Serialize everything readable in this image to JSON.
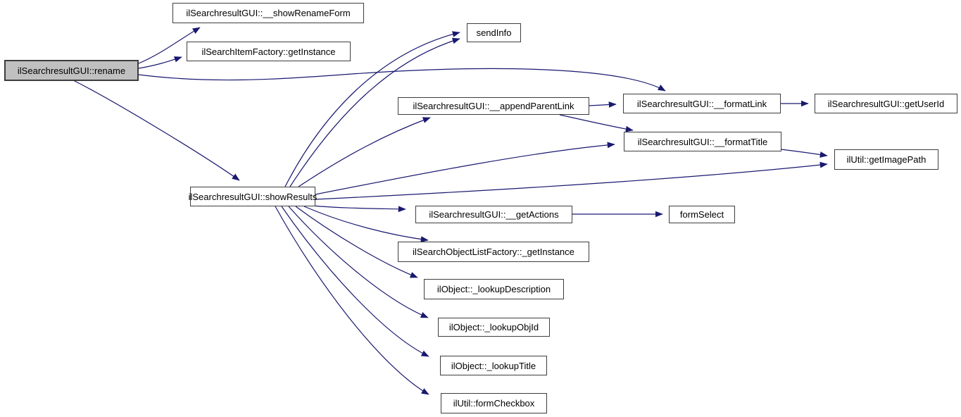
{
  "diagram": {
    "type": "function-call-graph",
    "colors": {
      "edge": "#191970",
      "node_border": "#3d3d3d",
      "node_fill": "#ffffff",
      "highlighted_node_fill": "#c0c0c0",
      "text": "#000000",
      "background": "#ffffff"
    },
    "nodes": {
      "rename": {
        "label": "ilSearchresultGUI::rename",
        "highlighted": true
      },
      "show_rename_form": {
        "label": "ilSearchresultGUI::__showRenameForm",
        "highlighted": false
      },
      "item_factory_get_instance": {
        "label": "ilSearchItemFactory::getInstance",
        "highlighted": false
      },
      "send_info": {
        "label": "sendInfo",
        "highlighted": false
      },
      "show_results": {
        "label": "ilSearchresultGUI::showResults",
        "highlighted": false
      },
      "append_parent_link": {
        "label": "ilSearchresultGUI::__appendParentLink",
        "highlighted": false
      },
      "format_link": {
        "label": "ilSearchresultGUI::__formatLink",
        "highlighted": false
      },
      "get_user_id": {
        "label": "ilSearchresultGUI::getUserId",
        "highlighted": false
      },
      "format_title": {
        "label": "ilSearchresultGUI::__formatTitle",
        "highlighted": false
      },
      "get_image_path": {
        "label": "ilUtil::getImagePath",
        "highlighted": false
      },
      "get_actions": {
        "label": "ilSearchresultGUI::__getActions",
        "highlighted": false
      },
      "form_select": {
        "label": "formSelect",
        "highlighted": false
      },
      "obj_list_factory_get_instance": {
        "label": "ilSearchObjectListFactory::_getInstance",
        "highlighted": false
      },
      "lookup_description": {
        "label": "ilObject::_lookupDescription",
        "highlighted": false
      },
      "lookup_obj_id": {
        "label": "ilObject::_lookupObjId",
        "highlighted": false
      },
      "lookup_title": {
        "label": "ilObject::_lookupTitle",
        "highlighted": false
      },
      "form_checkbox": {
        "label": "ilUtil::formCheckbox",
        "highlighted": false
      }
    },
    "edges": [
      {
        "from": "rename",
        "to": "show_rename_form"
      },
      {
        "from": "rename",
        "to": "item_factory_get_instance"
      },
      {
        "from": "rename",
        "to": "format_link"
      },
      {
        "from": "rename",
        "to": "show_results"
      },
      {
        "from": "show_results",
        "to": "send_info"
      },
      {
        "from": "show_results",
        "to": "send_info"
      },
      {
        "from": "show_results",
        "to": "append_parent_link"
      },
      {
        "from": "show_results",
        "to": "format_title"
      },
      {
        "from": "show_results",
        "to": "get_image_path"
      },
      {
        "from": "show_results",
        "to": "get_actions"
      },
      {
        "from": "show_results",
        "to": "obj_list_factory_get_instance"
      },
      {
        "from": "show_results",
        "to": "lookup_description"
      },
      {
        "from": "show_results",
        "to": "lookup_obj_id"
      },
      {
        "from": "show_results",
        "to": "lookup_title"
      },
      {
        "from": "show_results",
        "to": "form_checkbox"
      },
      {
        "from": "append_parent_link",
        "to": "format_link"
      },
      {
        "from": "append_parent_link",
        "to": "format_title"
      },
      {
        "from": "format_link",
        "to": "get_user_id"
      },
      {
        "from": "format_title",
        "to": "get_image_path"
      },
      {
        "from": "get_actions",
        "to": "form_select"
      }
    ]
  }
}
